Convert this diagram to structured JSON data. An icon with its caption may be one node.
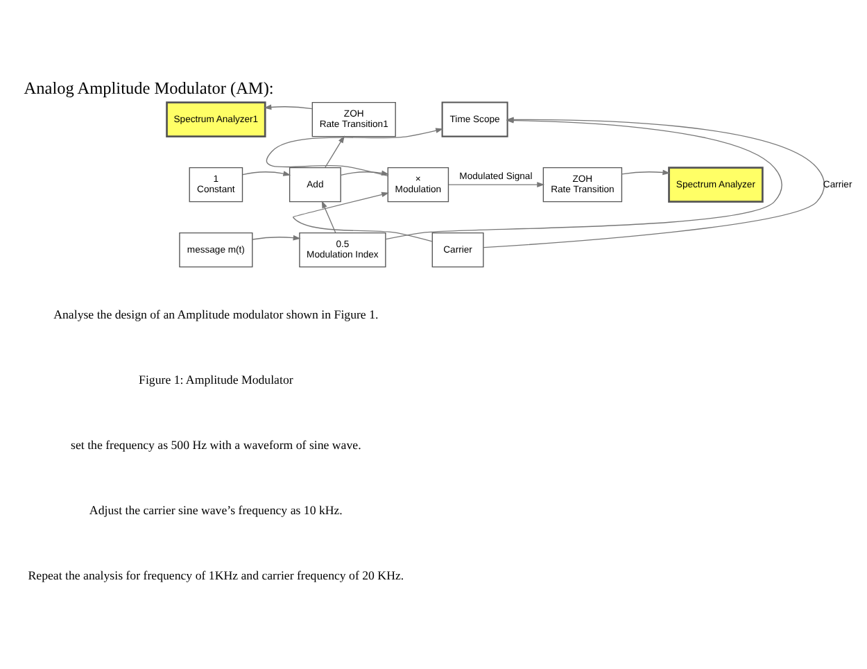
{
  "diagram": {
    "title": "Analog Amplitude Modulator (AM):",
    "nodes": [
      {
        "text": [
          "Spectrum Analyzer1"
        ]
      },
      {
        "text": [
          "ZOH",
          "Rate Transition1"
        ]
      },
      {
        "text": [
          "Time Scope"
        ]
      },
      {
        "text": [
          "1",
          "Constant"
        ]
      },
      {
        "text": [
          "Add"
        ]
      },
      {
        "text": [
          "×",
          "Modulation"
        ]
      },
      {
        "text": [
          "ZOH",
          "Rate Transition"
        ]
      },
      {
        "text": [
          "Spectrum Analyzer"
        ]
      },
      {
        "text": [
          "message m(t)"
        ]
      },
      {
        "text": [
          "0.5",
          "Modulation Index"
        ]
      },
      {
        "text": [
          "Carrier"
        ]
      }
    ],
    "edges": [
      {
        "from": 3,
        "to": 4,
        "arrow": "to"
      },
      {
        "from": 8,
        "to": 9,
        "arrow": "to"
      },
      {
        "from": 9,
        "to": 4,
        "arrow": "to"
      },
      {
        "from": 9,
        "to": 2,
        "arrow": "to"
      },
      {
        "from": 10,
        "to": 2,
        "label": "Carrier",
        "arrow": "to"
      },
      {
        "from": 10,
        "to": 5,
        "arrow": "to"
      },
      {
        "from": 4,
        "to": 5,
        "arrow": "to"
      },
      {
        "from": 4,
        "to": 1,
        "arrow": "to"
      },
      {
        "from": 1,
        "to": 0,
        "arrow": "to"
      },
      {
        "from": 5,
        "to": 6,
        "label": "Modulated Signal",
        "arrow": "to"
      },
      {
        "from": 5,
        "to": 2,
        "arrow": "to"
      },
      {
        "from": 6,
        "to": 7,
        "arrow": "to"
      }
    ],
    "labels": [
      "Analyse the design of an Amplitude modulator shown in Figure 1.",
      "Figure 1: Amplitude Modulator",
      "set the frequency as 500 Hz with a waveform of sine wave.",
      "Adjust the carrier sine wave’s frequency as 10 kHz.",
      "Repeat the analysis for frequency of 1KHz and carrier frequency of 20 KHz."
    ]
  }
}
